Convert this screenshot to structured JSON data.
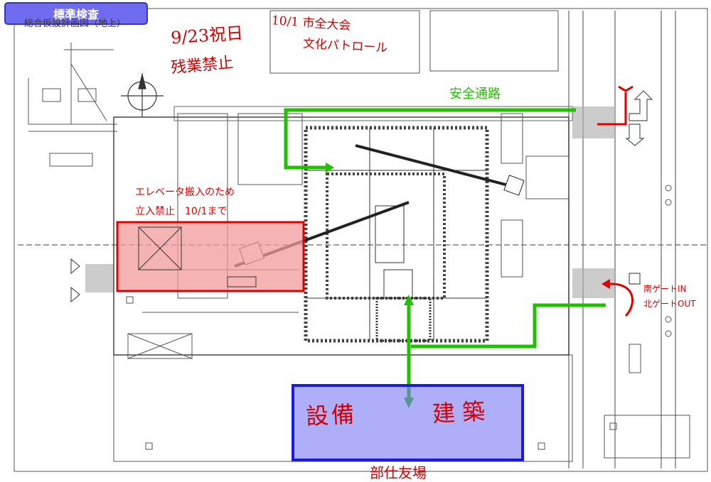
{
  "header": {
    "badge_label": "標準検査"
  },
  "drawing": {
    "title": "総合仮設計画図（地上）"
  },
  "annotations": {
    "holiday_line1": "9/23祝日",
    "holiday_line2": "残業禁止",
    "event_line1": "10/1 市全大会",
    "event_line2": "文化パトロール",
    "safety_route": "安全通路",
    "elevator_line1": "エレベータ搬入のため",
    "elevator_line2": "立入禁止　10/1まで",
    "gate_in": "南ゲートIN",
    "gate_out": "北ゲートOUT",
    "setsubi": "設備",
    "kenchiku": "建築",
    "bottom_note": "部仕友場"
  },
  "colors": {
    "badge": "#6f6cf0",
    "safety_route": "#22c000",
    "restricted_fill": "#f29a9a",
    "restricted_border": "#e00000",
    "zone_fill": "#7878f5",
    "zone_border": "#1a1ae0",
    "handwriting": "#d20000"
  },
  "icons": {
    "compass": "compass-icon",
    "red_arrow": "red-arrow-icon",
    "green_arrow": "green-arrow-icon"
  }
}
